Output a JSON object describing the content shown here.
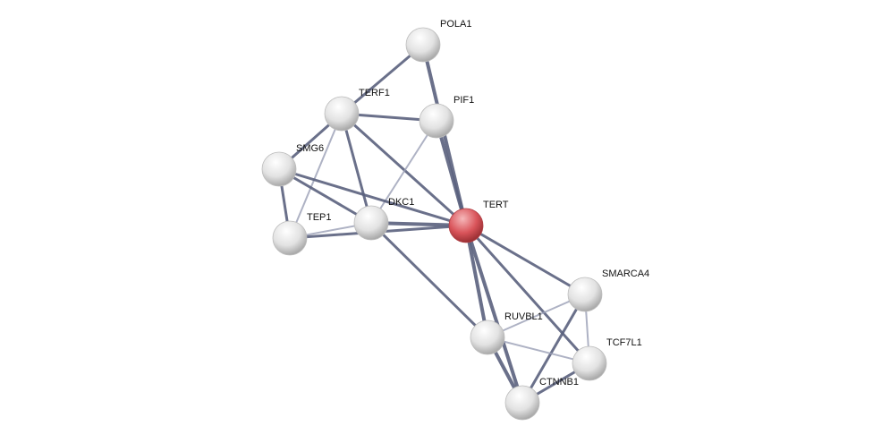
{
  "colors": {
    "edge": "#5a607d",
    "edge_light": "#9a9fb5",
    "node": "#e6e6e6",
    "query_node": "#d9545a"
  },
  "nodes": [
    {
      "id": "POLA1",
      "label": "POLA1"
    },
    {
      "id": "TERF1",
      "label": "TERF1"
    },
    {
      "id": "PIF1",
      "label": "PIF1"
    },
    {
      "id": "SMG6",
      "label": "SMG6"
    },
    {
      "id": "TEP1",
      "label": "TEP1"
    },
    {
      "id": "DKC1",
      "label": "DKC1"
    },
    {
      "id": "TERT",
      "label": "TERT",
      "query": true
    },
    {
      "id": "SMARCA4",
      "label": "SMARCA4"
    },
    {
      "id": "RUVBL1",
      "label": "RUVBL1"
    },
    {
      "id": "TCF7L1",
      "label": "TCF7L1"
    },
    {
      "id": "CTNNB1",
      "label": "CTNNB1"
    }
  ],
  "edges": [
    [
      "POLA1",
      "TERF1",
      2
    ],
    [
      "POLA1",
      "TERT",
      4
    ],
    [
      "PIF1",
      "TERT",
      3
    ],
    [
      "TERF1",
      "PIF1",
      2
    ],
    [
      "TERF1",
      "SMG6",
      2
    ],
    [
      "TERF1",
      "TEP1",
      1
    ],
    [
      "TERF1",
      "DKC1",
      2
    ],
    [
      "TERF1",
      "TERT",
      2
    ],
    [
      "PIF1",
      "DKC1",
      1
    ],
    [
      "SMG6",
      "TEP1",
      2
    ],
    [
      "SMG6",
      "DKC1",
      2
    ],
    [
      "SMG6",
      "TERT",
      2
    ],
    [
      "TEP1",
      "DKC1",
      1
    ],
    [
      "TEP1",
      "TERT",
      2
    ],
    [
      "DKC1",
      "TERT",
      3
    ],
    [
      "DKC1",
      "RUVBL1",
      2
    ],
    [
      "TERT",
      "RUVBL1",
      3
    ],
    [
      "TERT",
      "CTNNB1",
      3
    ],
    [
      "TERT",
      "SMARCA4",
      2
    ],
    [
      "TERT",
      "TCF7L1",
      2
    ],
    [
      "SMARCA4",
      "RUVBL1",
      1
    ],
    [
      "SMARCA4",
      "CTNNB1",
      2
    ],
    [
      "SMARCA4",
      "TCF7L1",
      1
    ],
    [
      "RUVBL1",
      "TCF7L1",
      1
    ],
    [
      "RUVBL1",
      "CTNNB1",
      3
    ],
    [
      "TCF7L1",
      "CTNNB1",
      2
    ]
  ]
}
